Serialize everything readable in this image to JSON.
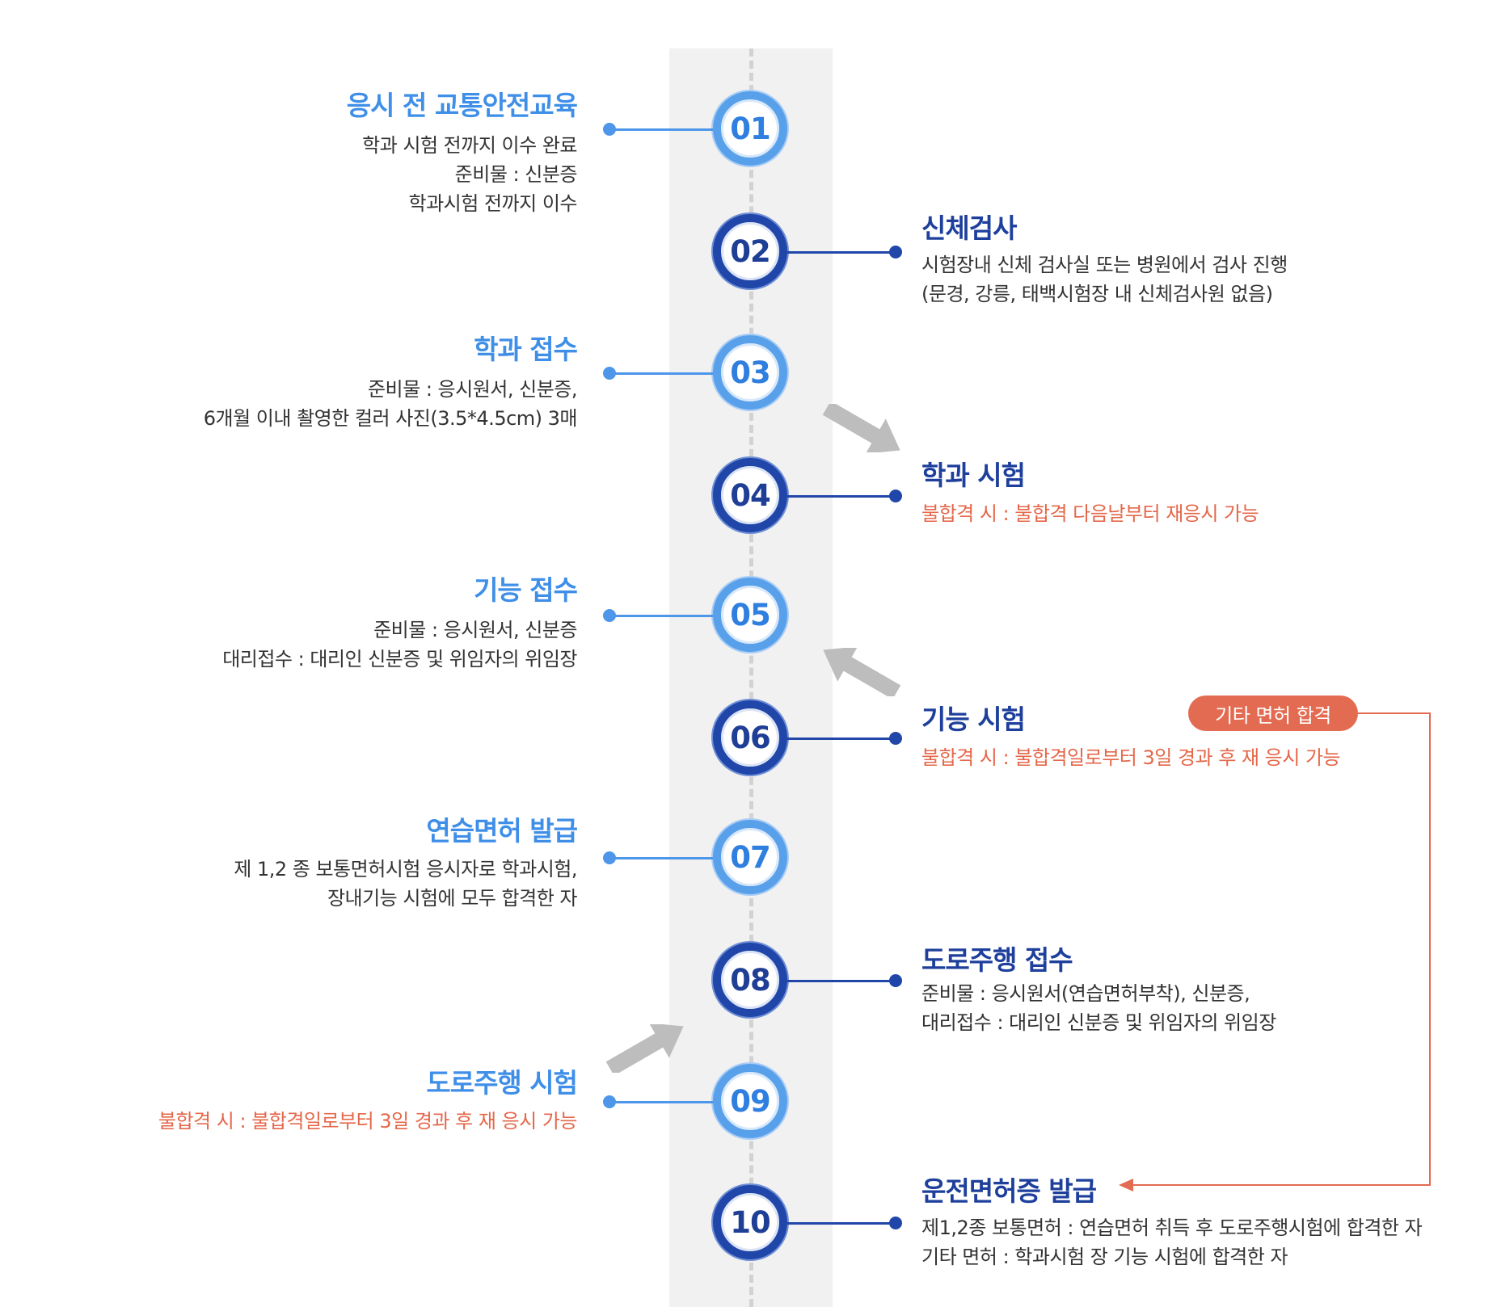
{
  "steps": [
    {
      "num": "01",
      "title": "응시 전 교통안전교육",
      "lines": [
        "학과 시험 전까지 이수 완료",
        "준비물 : 신분증",
        "학과시험 전까지 이수"
      ],
      "side": "left"
    },
    {
      "num": "02",
      "title": "신체검사",
      "lines": [
        "시험장내 신체 검사실 또는 병원에서 검사 진행",
        "(문경, 강릉, 태백시험장 내 신체검사원 없음)"
      ],
      "side": "right"
    },
    {
      "num": "03",
      "title": "학과 접수",
      "lines": [
        "준비물 : 응시원서, 신분증,",
        "6개월 이내 촬영한 컬러 사진(3.5*4.5cm) 3매"
      ],
      "side": "left"
    },
    {
      "num": "04",
      "title": "학과 시험",
      "lines": [
        "불합격 시 : 불합격 다음날부터 재응시 가능"
      ],
      "side": "right"
    },
    {
      "num": "05",
      "title": "기능 접수",
      "lines": [
        "준비물 : 응시원서, 신분증",
        "대리접수 : 대리인 신분증 및 위임자의 위임장"
      ],
      "side": "left"
    },
    {
      "num": "06",
      "title": "기능 시험",
      "lines": [
        "불합격 시 : 불합격일로부터 3일 경과 후 재 응시 가능"
      ],
      "side": "right"
    },
    {
      "num": "07",
      "title": "연습면허 발급",
      "lines": [
        "제 1,2 종 보통면허시험 응시자로 학과시험,",
        "장내기능 시험에 모두 합격한 자"
      ],
      "side": "left"
    },
    {
      "num": "08",
      "title": "도로주행 접수",
      "lines": [
        "준비물 : 응시원서(연습면허부착), 신분증,",
        "대리접수 : 대리인 신분증 및 위임자의 위임장"
      ],
      "side": "right"
    },
    {
      "num": "09",
      "title": "도로주행 시험",
      "lines": [
        "불합격 시 : 불합격일로부터 3일 경과 후 재 응시 가능"
      ],
      "side": "left"
    },
    {
      "num": "10",
      "title": "운전면허증 발급",
      "lines": [
        "제1,2종 보통면허 : 연습면허 취득 후 도로주행시험에 합격한 자",
        "기타 면허 : 학과시험 장 기능 시험에 합격한 자"
      ],
      "side": "right"
    }
  ],
  "bypass_label": "기타 면허 합격",
  "colors": {
    "light_blue": "#4d96ea",
    "dark_blue": "#1f46a8",
    "fail_red": "#e5674a",
    "badge_orange": "#e36b51",
    "arrow_gray": "#bdbdbd"
  }
}
